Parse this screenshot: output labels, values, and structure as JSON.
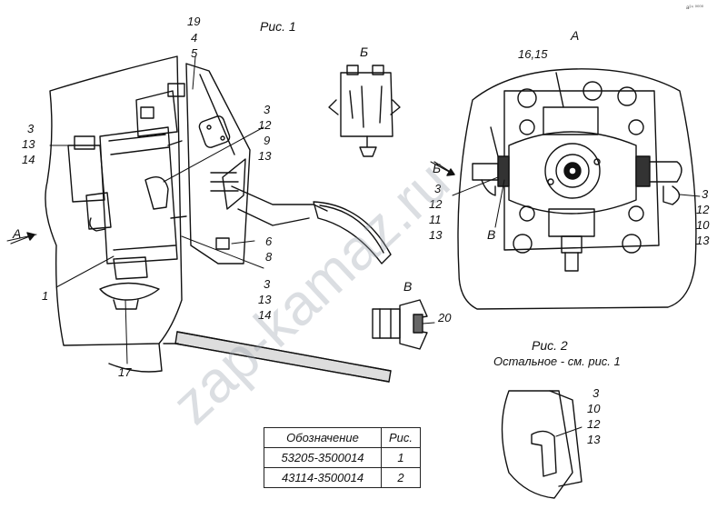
{
  "figures": {
    "fig1_title": "Рис. 1",
    "fig2_title": "Рис. 2",
    "fig2_note": "Остальное - см. рис. 1"
  },
  "views": {
    "view_a": "А",
    "view_b": "Б",
    "view_v": "В",
    "arrow_a": "А",
    "arrow_b": "Б"
  },
  "callouts": {
    "c19": "19",
    "c4": "4",
    "c5": "5",
    "left_3": "3",
    "left_13": "13",
    "left_14": "14",
    "mid_3": "3",
    "mid_12": "12",
    "mid_9": "9",
    "mid_13": "13",
    "c6": "6",
    "c8": "8",
    "low_3": "3",
    "low_13": "13",
    "low_14": "14",
    "c1": "1",
    "c17": "17",
    "c20": "20",
    "c1615": "16,15",
    "a_left_3": "3",
    "a_left_12": "12",
    "a_left_11": "11",
    "a_left_13": "13",
    "a_right_3": "3",
    "a_right_12": "12",
    "a_right_10": "10",
    "a_right_13": "13",
    "f2_3": "3",
    "f2_10": "10",
    "f2_12": "12",
    "f2_13": "13"
  },
  "watermark": "zap-kamaz.ru",
  "corner_mark": "а²⁴ ⁰⁰⁰⁰",
  "table": {
    "header": [
      "Обозначение",
      "Рис."
    ],
    "rows": [
      {
        "code": "53205-3500014",
        "fig": "1"
      },
      {
        "code": "43114-3500014",
        "fig": "2"
      }
    ]
  }
}
